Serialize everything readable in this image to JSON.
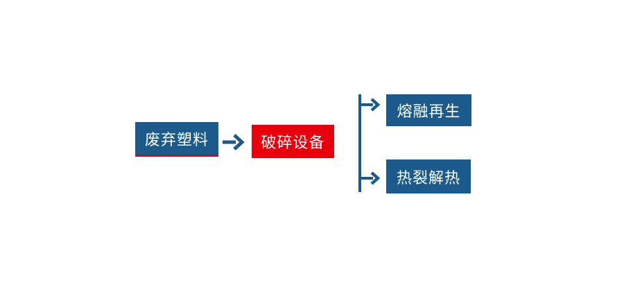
{
  "colors": {
    "node_blue": "#1b5a8a",
    "node_red": "#e8000d",
    "connector_blue": "#1b5a8a",
    "text_white": "#ffffff",
    "background": "#ffffff"
  },
  "flowchart": {
    "nodes": [
      {
        "id": "waste-plastic",
        "label": "废弃塑料",
        "fill": "#1b5a8a",
        "accent": "red-bottom-border"
      },
      {
        "id": "crushing-equipment",
        "label": "破碎设备",
        "fill": "#e8000d",
        "accent": "none"
      },
      {
        "id": "melt-regeneration",
        "label": "熔融再生",
        "fill": "#1b5a8a",
        "accent": "none"
      },
      {
        "id": "pyrolysis-heat",
        "label": "热裂解热",
        "fill": "#1b5a8a",
        "accent": "none"
      }
    ],
    "connectors": [
      {
        "from": "waste-plastic",
        "to": "crushing-equipment",
        "type": "right-arrow"
      },
      {
        "from": "crushing-equipment",
        "to": "melt-regeneration",
        "type": "branch-right-arrow"
      },
      {
        "from": "crushing-equipment",
        "to": "pyrolysis-heat",
        "type": "branch-right-arrow"
      }
    ]
  }
}
